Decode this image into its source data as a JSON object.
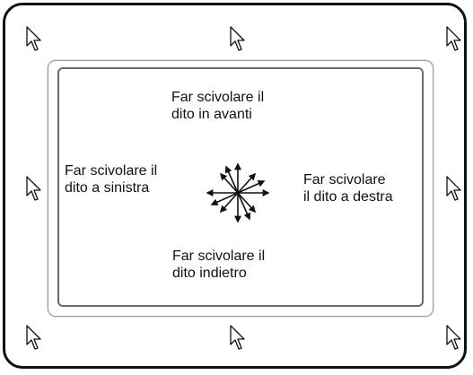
{
  "labels": {
    "forward": [
      "Far scivolare il",
      "dito in avanti"
    ],
    "left": [
      "Far scivolare il",
      "dito a sinistra"
    ],
    "right": [
      "Far scivolare",
      "il dito a destra"
    ],
    "backward": [
      "Far scivolare il",
      "dito indietro"
    ]
  },
  "icons": {
    "cursor": "mouse-pointer-icon",
    "center": "multi-direction-arrows-icon"
  }
}
